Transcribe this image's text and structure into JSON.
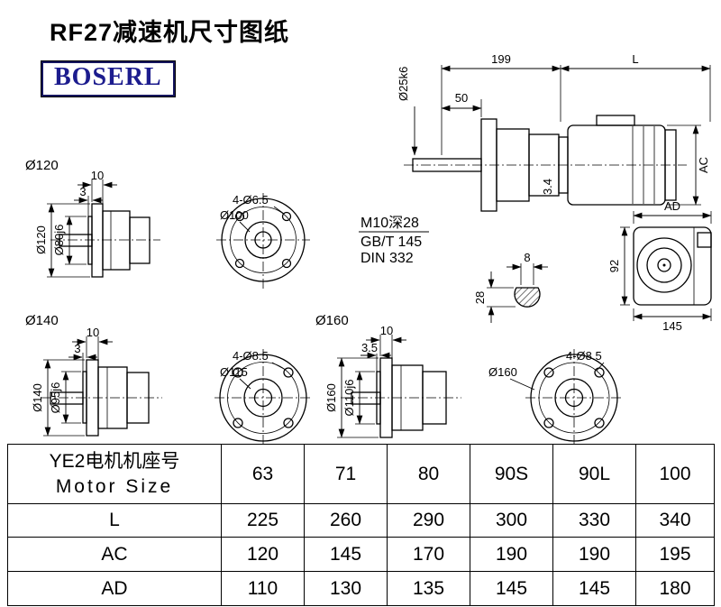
{
  "page": {
    "title": "RF27减速机尺寸图纸",
    "logo": "BOSERL"
  },
  "main_view": {
    "dim_199": "199",
    "dim_L": "L",
    "dim_50": "50",
    "dim_shaft": "Ø25k6",
    "dim_AC": "AC",
    "dim_34": "3.4",
    "tap_note_1": "M10深28",
    "tap_note_2": "GB/T 145",
    "tap_note_3": "DIN 332"
  },
  "shaft_section": {
    "dim_8": "8",
    "dim_28": "28"
  },
  "end_view": {
    "dim_AD": "AD",
    "dim_92": "92",
    "dim_145": "145"
  },
  "flange_120": {
    "title": "Ø120",
    "thickness": "10",
    "spigot_depth": "3",
    "od": "Ø120",
    "spigot": "Ø80j6",
    "front": "Ø100",
    "holes": "4-Ø6.5"
  },
  "flange_140": {
    "title": "Ø140",
    "thickness": "10",
    "spigot_depth": "3",
    "od": "Ø140",
    "spigot": "Ø95j6",
    "front": "Ø115",
    "holes": "4-Ø8.5"
  },
  "flange_160": {
    "title": "Ø160",
    "thickness": "10",
    "spigot_depth": "3.5",
    "od": "Ø160",
    "spigot": "Ø110j6",
    "front": "Ø160",
    "holes": "4-Ø8.5"
  },
  "table": {
    "header": {
      "label_cn": "YE2电机机座号",
      "label_en": "Motor Size",
      "values": [
        "63",
        "71",
        "80",
        "90S",
        "90L",
        "100"
      ]
    },
    "rows": [
      {
        "label": "L",
        "values": [
          "225",
          "260",
          "290",
          "300",
          "330",
          "340"
        ]
      },
      {
        "label": "AC",
        "values": [
          "120",
          "145",
          "170",
          "190",
          "190",
          "195"
        ]
      },
      {
        "label": "AD",
        "values": [
          "110",
          "130",
          "135",
          "145",
          "145",
          "180"
        ]
      }
    ]
  }
}
